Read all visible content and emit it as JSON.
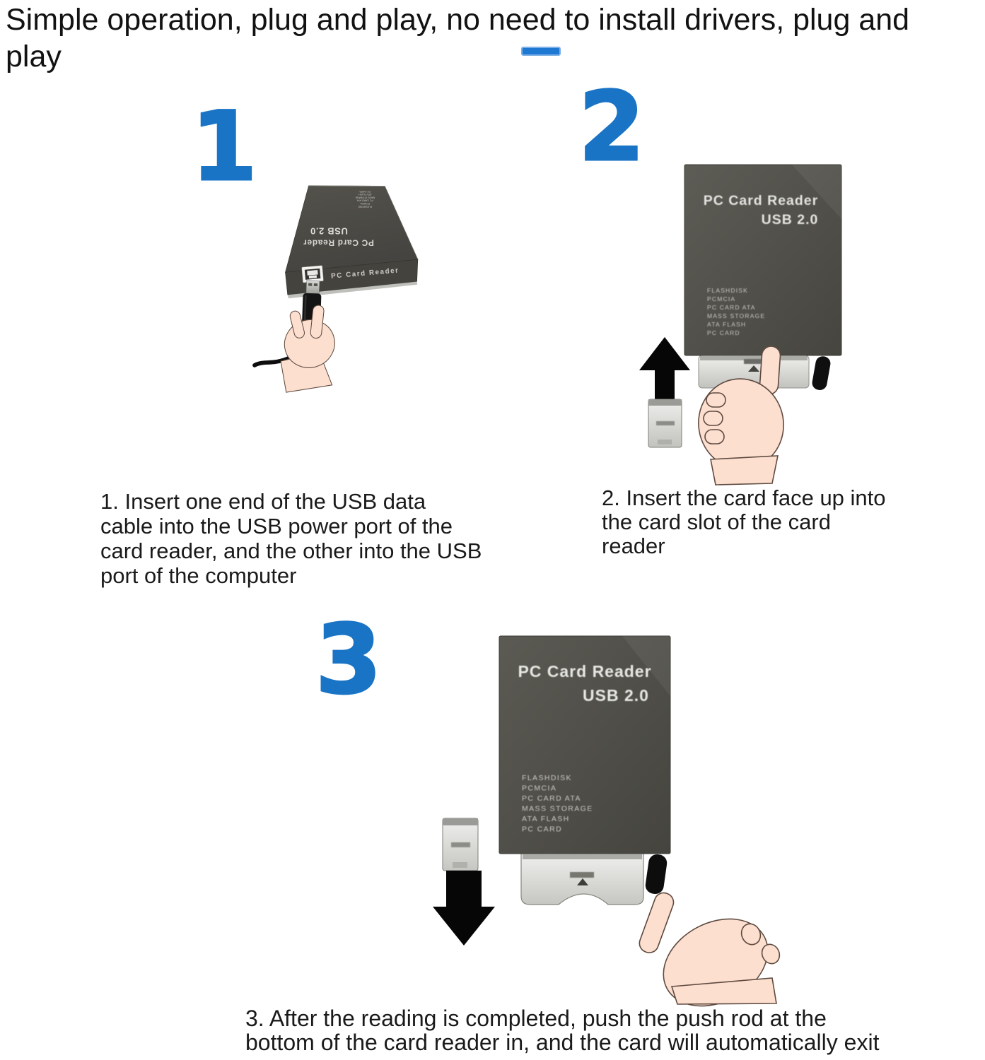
{
  "header": {
    "title_line1": "Simple operation, plug and play, no need to install drivers, plug and",
    "title_line2": "play",
    "divider_color": "#1f78d2"
  },
  "accent": {
    "step_number_color": "#1a74c6"
  },
  "device": {
    "name": "PC Card Reader",
    "usb": "USB 2.0",
    "front_label": "PC Card Reader",
    "formats": [
      "FLASHDISK",
      "PCMCIA",
      "PC CARD ATA",
      "MASS STORAGE",
      "ATA FLASH",
      "PC CARD"
    ]
  },
  "steps": [
    {
      "number": "1",
      "caption_lines": [
        "1. Insert one end of the USB data",
        "cable into the USB power port of the",
        "card reader, and the other into the USB",
        "port of the computer"
      ]
    },
    {
      "number": "2",
      "caption_lines": [
        "2. Insert the card face up into",
        "the card slot of the card",
        "reader"
      ]
    },
    {
      "number": "3",
      "caption_lines": [
        "3. After the reading is completed, push the push rod at the",
        "bottom of the card reader in, and the card will automatically exit"
      ]
    }
  ]
}
